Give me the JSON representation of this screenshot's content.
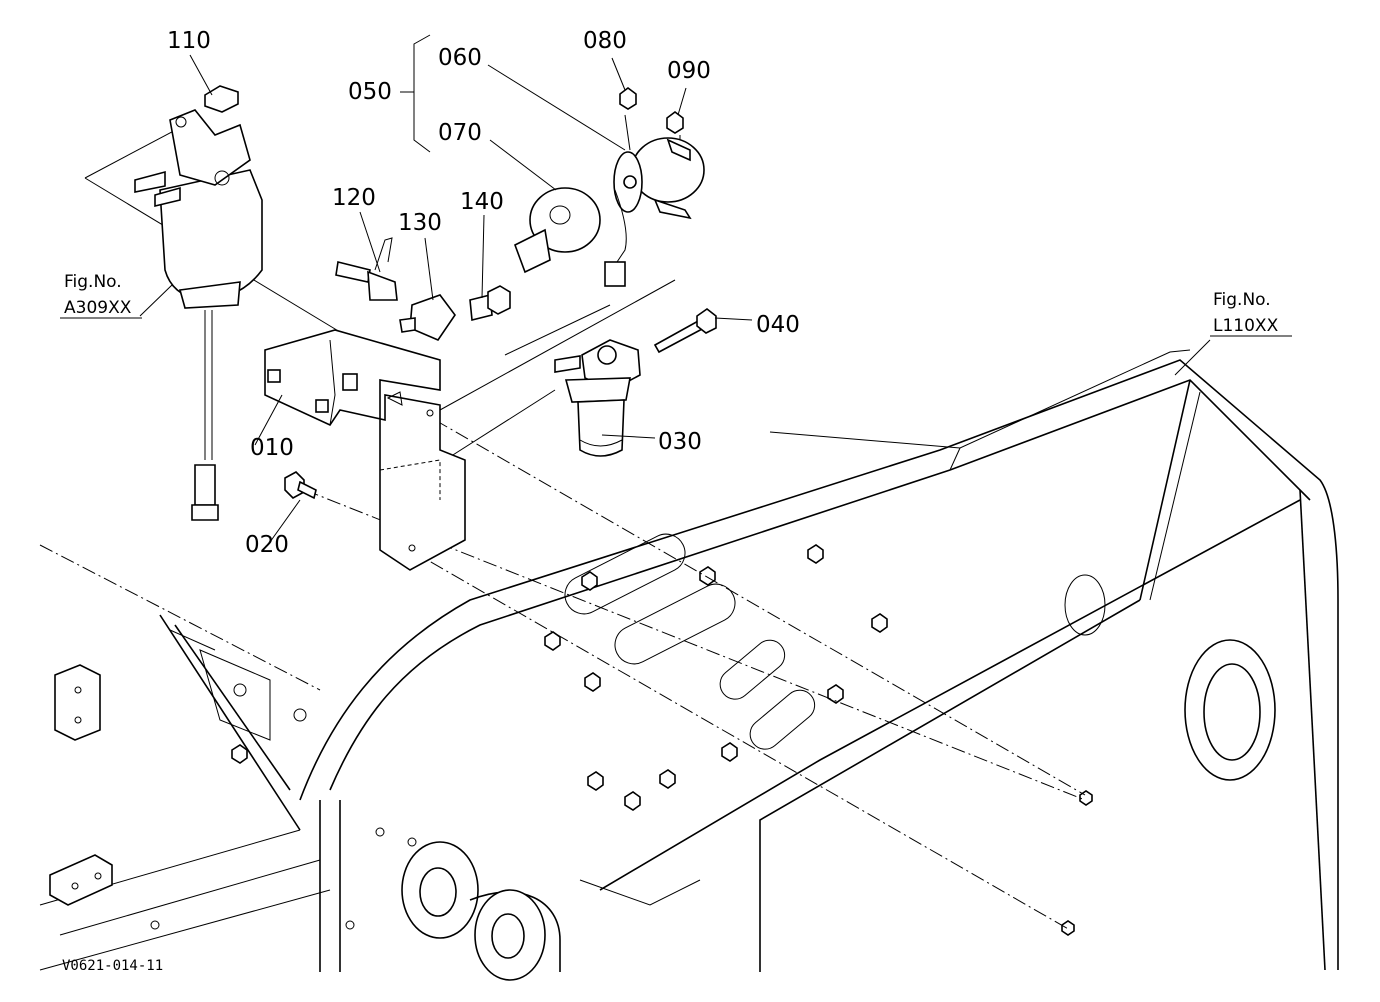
{
  "callouts": [
    {
      "id": "010",
      "text": "010"
    },
    {
      "id": "020",
      "text": "020"
    },
    {
      "id": "030",
      "text": "030"
    },
    {
      "id": "040",
      "text": "040"
    },
    {
      "id": "050",
      "text": "050"
    },
    {
      "id": "060",
      "text": "060"
    },
    {
      "id": "070",
      "text": "070"
    },
    {
      "id": "080",
      "text": "080"
    },
    {
      "id": "090",
      "text": "090"
    },
    {
      "id": "110",
      "text": "110"
    },
    {
      "id": "120",
      "text": "120"
    },
    {
      "id": "130",
      "text": "130"
    },
    {
      "id": "140",
      "text": "140"
    }
  ],
  "references": {
    "left": {
      "caption": "Fig.No.",
      "code": "A309XX"
    },
    "right": {
      "caption": "Fig.No.",
      "code": "L110XX"
    }
  },
  "footer": {
    "drawing_id": "V0621-014-11"
  }
}
